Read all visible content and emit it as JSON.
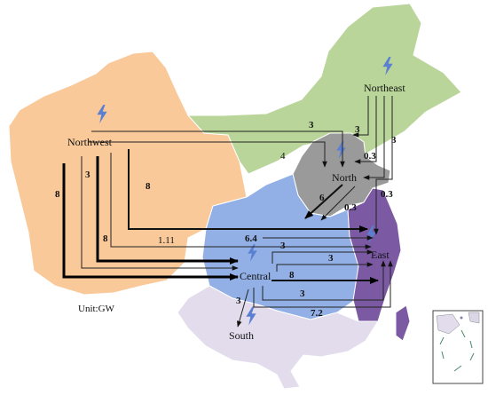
{
  "unit_label": "Unit:GW",
  "colors": {
    "northwest": "#f9c99a",
    "northeast": "#b9d59a",
    "north": "#9a9a9a",
    "central": "#93b0e6",
    "east": "#7b5aa3",
    "south": "#e2dced",
    "bolt": "#5b7fd1"
  },
  "regions": [
    {
      "id": "northwest",
      "name": "Northwest",
      "icon": "lightning-bolt-icon"
    },
    {
      "id": "northeast",
      "name": "Northeast",
      "icon": "lightning-bolt-icon"
    },
    {
      "id": "north",
      "name": "North",
      "icon": "lightning-bolt-icon"
    },
    {
      "id": "central",
      "name": "Central",
      "icon": "lightning-bolt-icon"
    },
    {
      "id": "east",
      "name": "East",
      "icon": "lightning-bolt-icon"
    },
    {
      "id": "south",
      "name": "South",
      "icon": "lightning-bolt-icon"
    }
  ],
  "flows": [
    {
      "from": "Northwest",
      "to": "North",
      "value": "3"
    },
    {
      "from": "Northwest",
      "to": "North",
      "value": "4"
    },
    {
      "from": "Northwest",
      "to": "East",
      "value": "8"
    },
    {
      "from": "Northwest",
      "to": "Central",
      "value": "8"
    },
    {
      "from": "Northwest",
      "to": "Central",
      "value": "8"
    },
    {
      "from": "Northwest",
      "to": "Central",
      "value": "3"
    },
    {
      "from": "Northwest",
      "to": "East",
      "value": "1.11"
    },
    {
      "from": "Northeast",
      "to": "North",
      "value": "3"
    },
    {
      "from": "Northeast",
      "to": "North",
      "value": "0.3"
    },
    {
      "from": "Northeast",
      "to": "North",
      "value": "3"
    },
    {
      "from": "Northeast",
      "to": "East",
      "value": "0.3"
    },
    {
      "from": "North",
      "to": "Central",
      "value": "6"
    },
    {
      "from": "North",
      "to": "Central",
      "value": "0.3"
    },
    {
      "from": "Central",
      "to": "East",
      "value": "6.4"
    },
    {
      "from": "Central",
      "to": "East",
      "value": "3"
    },
    {
      "from": "Central",
      "to": "East",
      "value": "3"
    },
    {
      "from": "Central",
      "to": "East",
      "value": "8"
    },
    {
      "from": "Central",
      "to": "East",
      "value": "3"
    },
    {
      "from": "Central",
      "to": "East",
      "value": "7.2"
    },
    {
      "from": "Central",
      "to": "South",
      "value": "3"
    }
  ]
}
